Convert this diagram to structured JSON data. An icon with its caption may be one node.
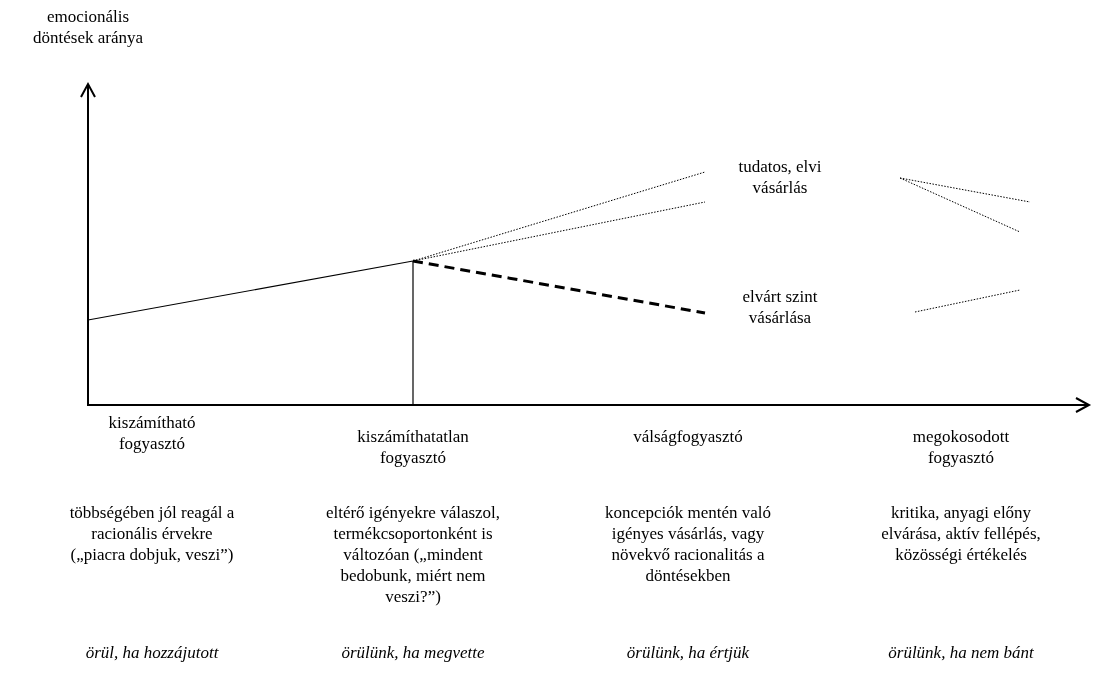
{
  "diagram": {
    "labels": [
      "emocionális döntések aránya",
      "tudatos, elvi vásárlás",
      "elvárt szint vásárlása",
      "kiszámítható fogyasztó",
      "kiszámíthatatlan fogyasztó",
      "válságfogyasztó",
      "megokosodott fogyasztó",
      "többségében jól reagál a racionális érvekre („piacra dobjuk, veszi”)",
      "eltérő igényekre válaszol, termékcsoportonként is változóan („mindent bedobunk, miért nem veszi?”)",
      "koncepciók mentén való igényes vásárlás, vagy növekvő racionalitás a döntésekben",
      "kritika, anyagi előny elvárása, aktív fellépés, közösségi értékelés",
      "örül, ha hozzájutott",
      "örülünk, ha megvette",
      "örülünk, ha értjük",
      "örülünk, ha nem bánt"
    ]
  }
}
